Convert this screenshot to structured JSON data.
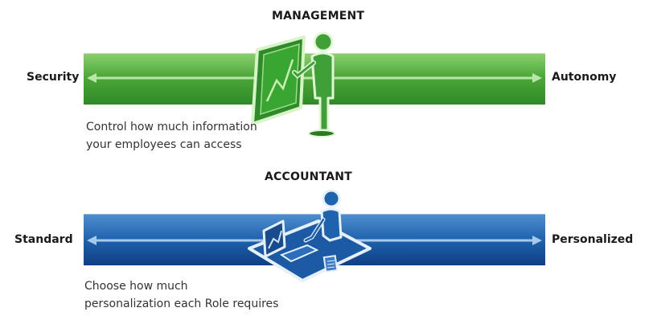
{
  "management": {
    "title": "MANAGEMENT",
    "left_label": "Security",
    "right_label": "Autonomy",
    "desc_line1": "Control how much information",
    "desc_line2": "your employees can access",
    "band_color": "#4ea83a",
    "icon": "presenter-at-board-icon"
  },
  "accountant": {
    "title": "ACCOUNTANT",
    "left_label": "Standard",
    "right_label": "Personalized",
    "desc_line1": "Choose how much",
    "desc_line2": "personalization each Role requires",
    "band_color": "#1f62ad",
    "icon": "person-at-desk-icon"
  }
}
